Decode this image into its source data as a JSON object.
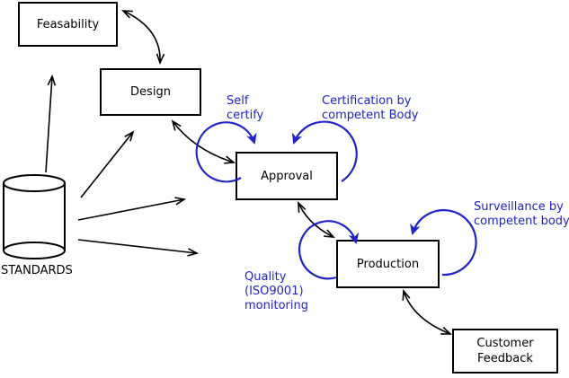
{
  "nodes": {
    "feasability": {
      "label": "Feasability"
    },
    "design": {
      "label": "Design"
    },
    "approval": {
      "label": "Approval"
    },
    "production": {
      "label": "Production"
    },
    "customer_feedback": {
      "line1": "Customer",
      "line2": "Feedback"
    },
    "standards": {
      "label": "STANDARDS",
      "shape": "cylinder"
    }
  },
  "annotations": {
    "self_certify": {
      "line1": "Self",
      "line2": "certify"
    },
    "certification": {
      "line1": "Certification by",
      "line2": "competent Body"
    },
    "surveillance": {
      "line1": "Surveillance by",
      "line2": "competent body"
    },
    "quality_monitoring": {
      "line1": "Quality",
      "line2": "(ISO9001)",
      "line3": "monitoring"
    }
  },
  "colors": {
    "annotation_blue": "#2222cc",
    "line_black": "#000000",
    "background": "#ffffff"
  }
}
